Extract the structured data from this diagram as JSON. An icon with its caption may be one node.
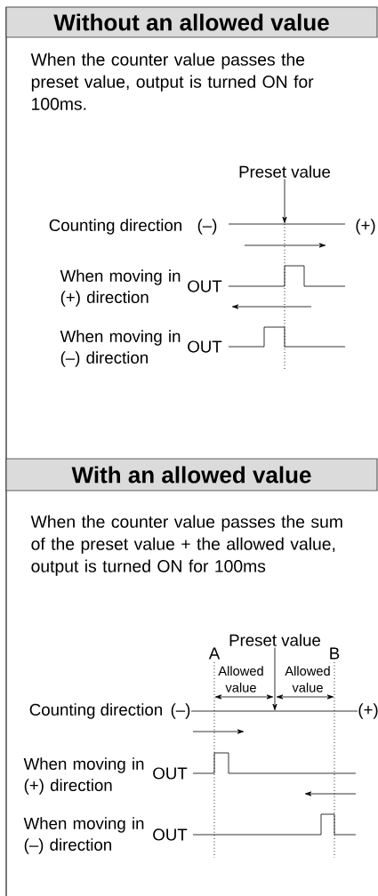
{
  "diagram": {
    "nodes": [
      {
        "text": [
          "Without an allowed value"
        ]
      },
      {
        "text": [
          "With an allowed value"
        ]
      },
      {
        "text": [
          "Preset value"
        ]
      },
      {
        "text": [
          "Preset value"
        ]
      }
    ],
    "edges": [
      {
        "from": 2,
        "to": null,
        "arrow": "to"
      },
      {
        "from": 3,
        "to": null,
        "arrow": "to"
      }
    ],
    "labels": [
      "When the counter value passes the preset value, output is turned ON for 100ms.",
      "Counting direction",
      "(–)",
      "(+)",
      "When moving in (+) direction",
      "OUT",
      "When moving in (–) direction",
      "OUT",
      "When the counter value passes the sum of the preset value + the allowed value, output is turned ON for 100ms",
      "A",
      "B",
      "Allowed value",
      "Allowed value",
      "Counting direction",
      "(–)",
      "(+)",
      "When moving in (+) direction",
      "OUT",
      "When moving in (–) direction",
      "OUT"
    ]
  }
}
